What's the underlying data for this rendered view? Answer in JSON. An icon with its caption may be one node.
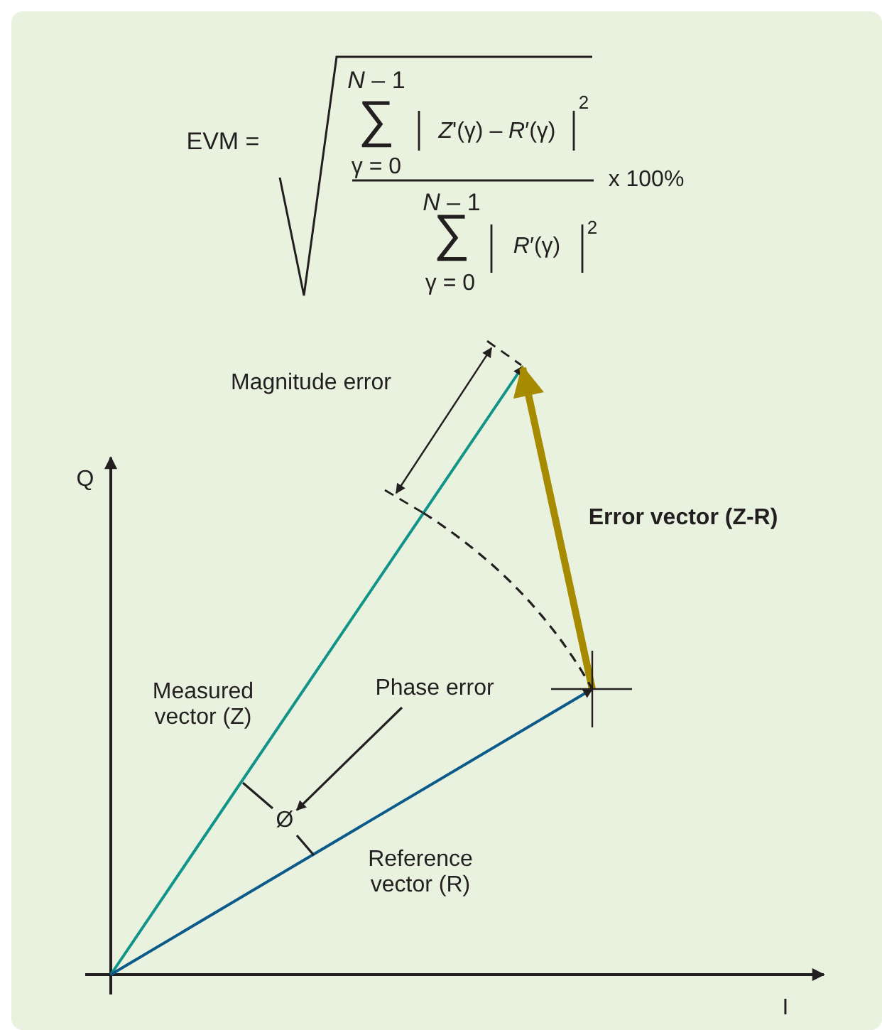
{
  "diagram": {
    "nodes": [
      {
        "text": [
          "Phase error"
        ]
      },
      {
        "text": [
          "Ø"
        ]
      }
    ],
    "edges": [
      {
        "from": 0,
        "to": 1,
        "arrow": "to"
      }
    ],
    "labels": [
      "EVM =",
      "*N* – 1",
      "∑",
      "γ = 0",
      "*Z*'(γ) – *R*′(γ)",
      "2",
      "x 100%",
      "*N* – 1",
      "∑",
      "γ = 0",
      "*R*′(γ)",
      "2",
      "Magnitude error",
      "Q",
      "Error vector (Z-R)",
      "Measured vector (Z)",
      "Reference vector (R)",
      "I"
    ]
  }
}
